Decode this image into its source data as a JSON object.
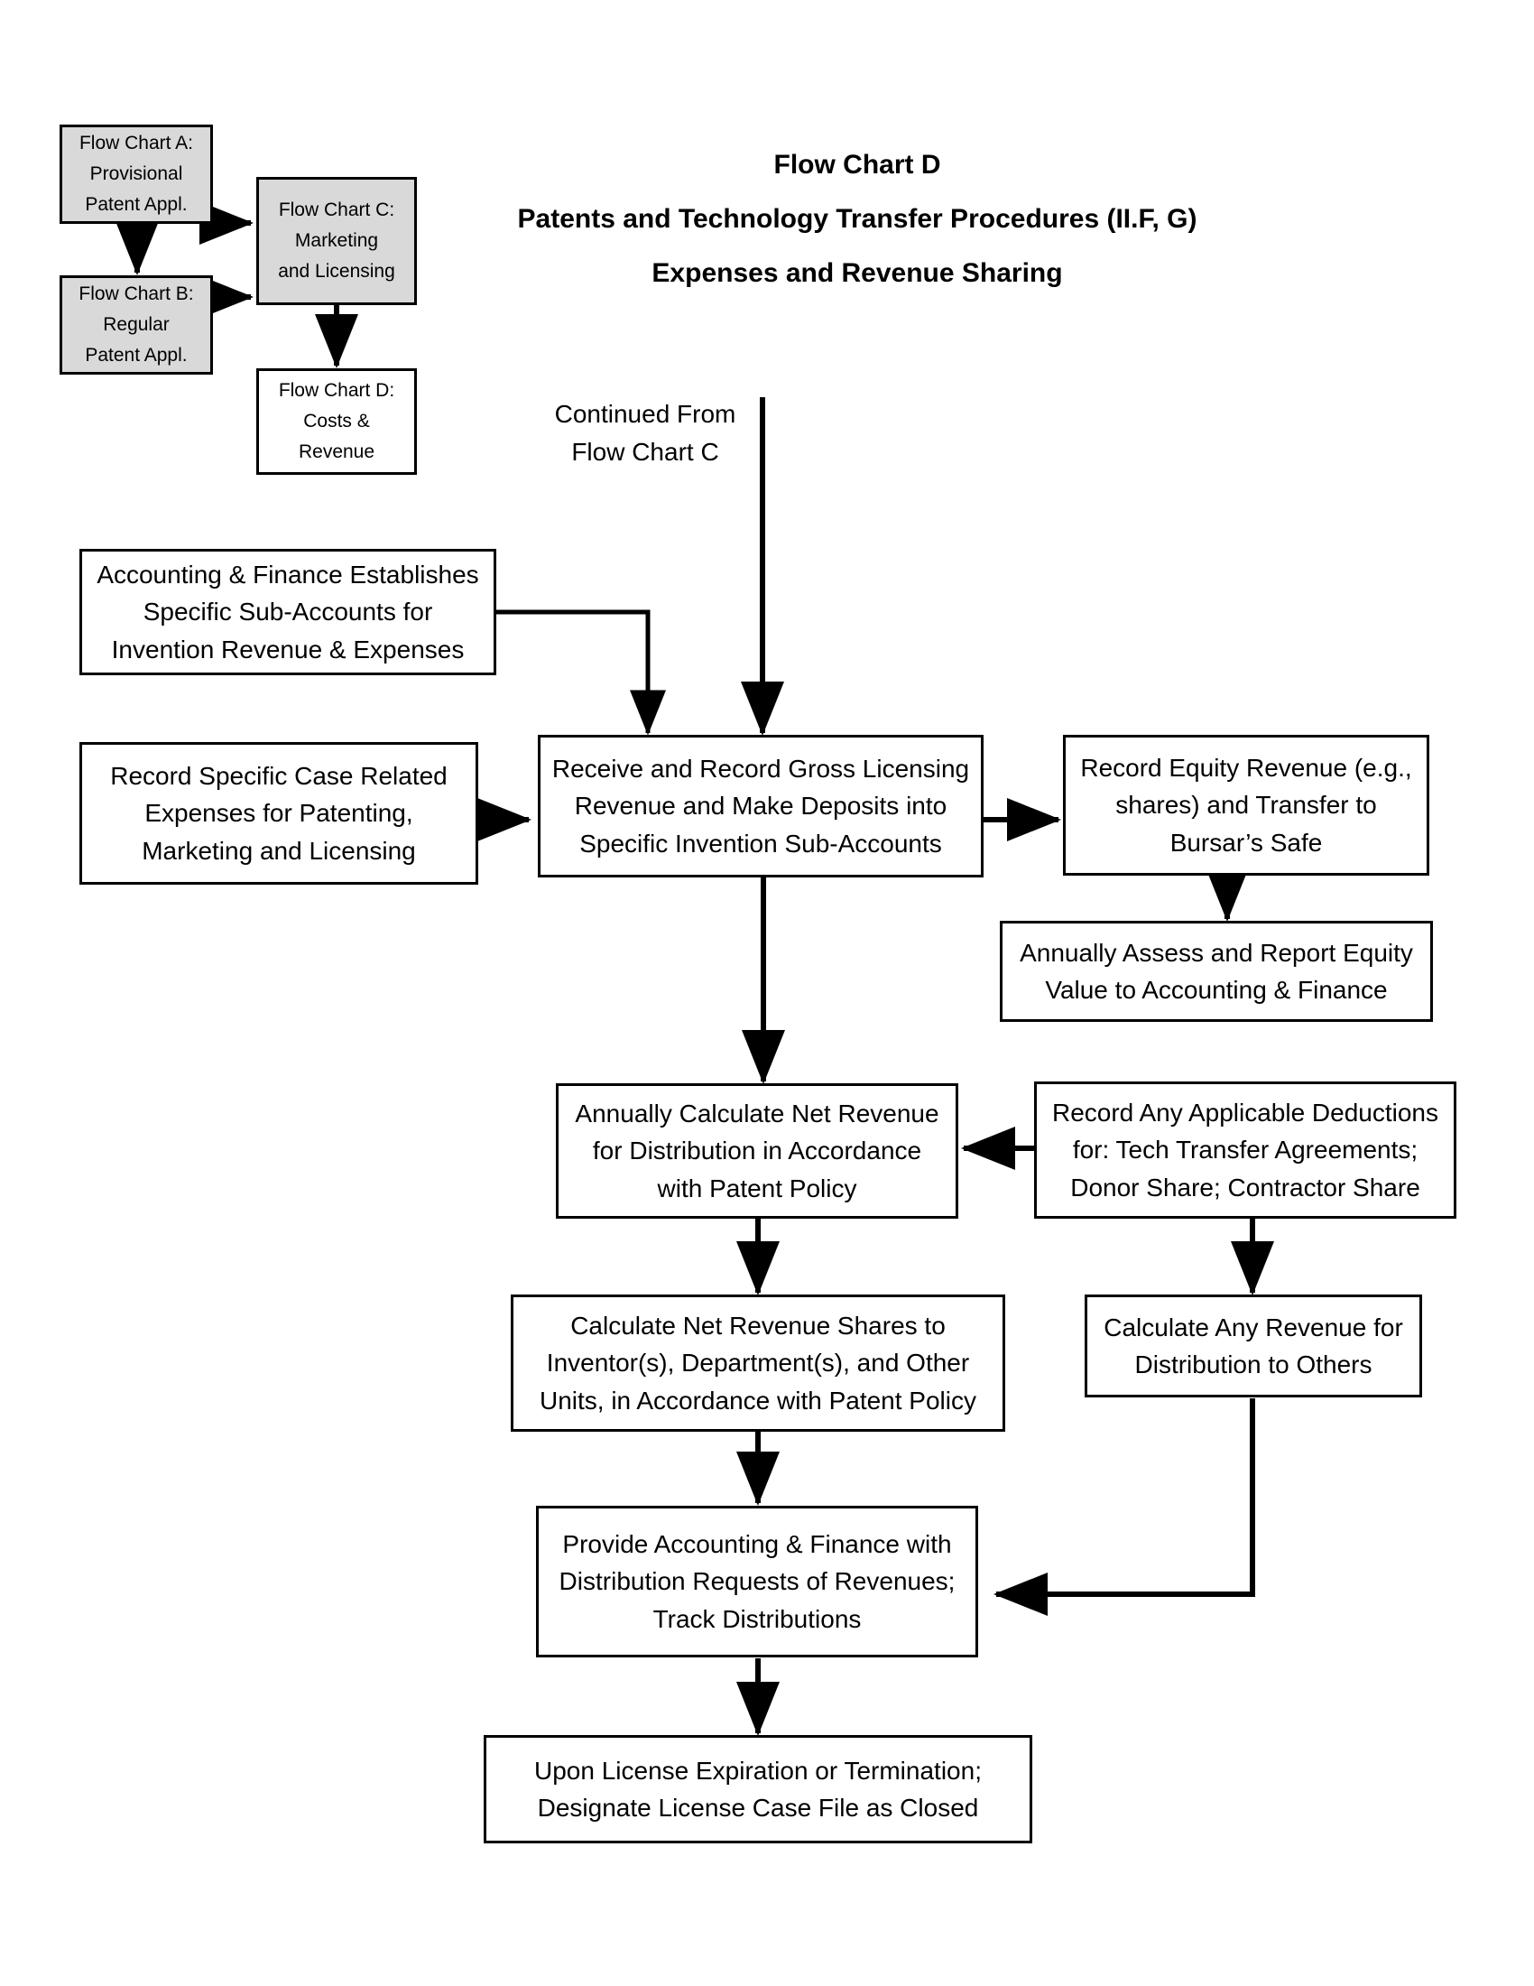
{
  "title": {
    "lines": [
      "Flow Chart D",
      "Patents and Technology Transfer Procedures (II.F, G)",
      "Expenses and Revenue Sharing"
    ]
  },
  "colors": {
    "legend_fill": "#d9d9d9",
    "node_fill": "#ffffff",
    "stroke": "#000000",
    "text": "#000000"
  },
  "legend": {
    "nodes": [
      {
        "id": "legend-a",
        "lines": [
          "Flow Chart A:",
          "Provisional",
          "Patent Appl."
        ],
        "filled": true
      },
      {
        "id": "legend-b",
        "lines": [
          "Flow Chart B:",
          "Regular",
          "Patent Appl."
        ],
        "filled": true
      },
      {
        "id": "legend-c",
        "lines": [
          "Flow Chart C:",
          "Marketing",
          "and Licensing"
        ],
        "filled": true
      },
      {
        "id": "legend-d",
        "lines": [
          "Flow Chart D:",
          "Costs &",
          "Revenue"
        ],
        "filled": false
      }
    ]
  },
  "annotations": {
    "continued_from": {
      "lines": [
        "Continued From",
        "Flow Chart C"
      ]
    }
  },
  "nodes": [
    {
      "id": "accounting-subaccounts",
      "lines": [
        "Accounting & Finance Establishes",
        "Specific Sub-Accounts for",
        "Invention Revenue & Expenses"
      ]
    },
    {
      "id": "record-case-expenses",
      "lines": [
        "Record Specific Case Related",
        "Expenses for Patenting,",
        "Marketing and Licensing"
      ]
    },
    {
      "id": "receive-record-gross-licensing",
      "lines": [
        "Receive and Record Gross Licensing",
        "Revenue and Make Deposits into",
        "Specific Invention Sub-Accounts"
      ]
    },
    {
      "id": "record-equity-revenue",
      "lines": [
        "Record Equity Revenue (e.g.,",
        "shares) and Transfer to",
        "Bursar’s Safe"
      ]
    },
    {
      "id": "annually-assess-equity",
      "lines": [
        "Annually Assess and Report Equity",
        "Value to Accounting & Finance"
      ]
    },
    {
      "id": "annually-calculate-net-revenue",
      "lines": [
        "Annually Calculate Net Revenue",
        "for Distribution in Accordance",
        "with Patent Policy"
      ]
    },
    {
      "id": "record-deductions",
      "lines": [
        "Record Any Applicable Deductions",
        "for: Tech Transfer Agreements;",
        "Donor Share; Contractor Share"
      ]
    },
    {
      "id": "calculate-net-revenue-shares",
      "lines": [
        "Calculate Net Revenue Shares to",
        "Inventor(s), Department(s), and Other",
        "Units, in Accordance with Patent Policy"
      ]
    },
    {
      "id": "calculate-revenue-others",
      "lines": [
        "Calculate Any Revenue for",
        "Distribution to Others"
      ]
    },
    {
      "id": "provide-distribution-requests",
      "lines": [
        "Provide Accounting & Finance with",
        "Distribution Requests of Revenues;",
        "Track Distributions"
      ]
    },
    {
      "id": "license-expiration-closed",
      "lines": [
        "Upon License Expiration or Termination;",
        "Designate License Case File as Closed"
      ]
    }
  ],
  "edges": [
    {
      "from": "legend-a",
      "to": "legend-c"
    },
    {
      "from": "legend-a",
      "to": "legend-b"
    },
    {
      "from": "legend-b",
      "to": "legend-c"
    },
    {
      "from": "legend-c",
      "to": "legend-d"
    },
    {
      "from": "continued-from-flow-chart-c",
      "to": "receive-record-gross-licensing"
    },
    {
      "from": "accounting-subaccounts",
      "to": "receive-record-gross-licensing"
    },
    {
      "from": "record-case-expenses",
      "to": "receive-record-gross-licensing"
    },
    {
      "from": "receive-record-gross-licensing",
      "to": "record-equity-revenue"
    },
    {
      "from": "record-equity-revenue",
      "to": "annually-assess-equity"
    },
    {
      "from": "receive-record-gross-licensing",
      "to": "annually-calculate-net-revenue"
    },
    {
      "from": "record-deductions",
      "to": "annually-calculate-net-revenue"
    },
    {
      "from": "annually-calculate-net-revenue",
      "to": "calculate-net-revenue-shares"
    },
    {
      "from": "record-deductions",
      "to": "calculate-revenue-others"
    },
    {
      "from": "calculate-net-revenue-shares",
      "to": "provide-distribution-requests"
    },
    {
      "from": "calculate-revenue-others",
      "to": "provide-distribution-requests"
    },
    {
      "from": "provide-distribution-requests",
      "to": "license-expiration-closed"
    }
  ]
}
